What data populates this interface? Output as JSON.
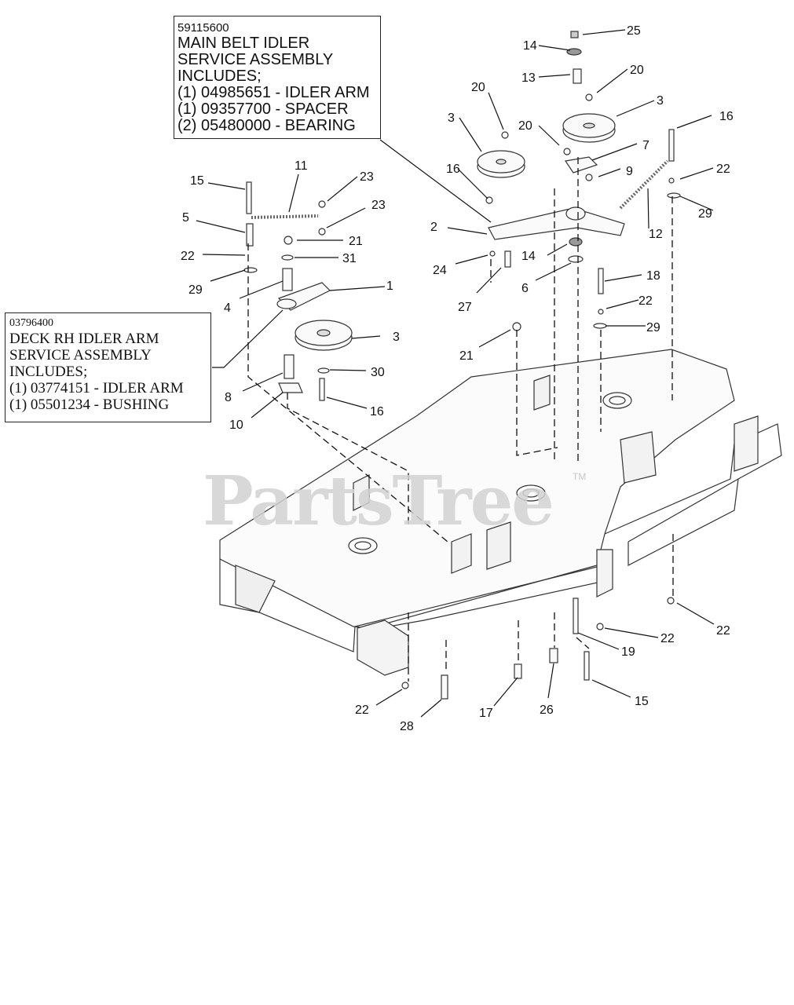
{
  "main_belt_idler_box": {
    "lines": [
      "59115600",
      "MAIN BELT IDLER",
      "SERVICE ASSEMBLY",
      "INCLUDES;",
      "(1) 04985651 - IDLER ARM",
      "(1) 09357700 - SPACER",
      "(2) 05480000 - BEARING"
    ]
  },
  "deck_rh_idler_box": {
    "lines": [
      "03796400",
      "DECK RH IDLER ARM",
      "SERVICE ASSEMBLY",
      "INCLUDES;",
      "(1) 03774151 - IDLER ARM",
      "(1) 05501234 - BUSHING"
    ]
  },
  "watermark": {
    "text": "PartsTree",
    "tm": "TM"
  },
  "callouts": [
    {
      "label": "25"
    },
    {
      "label": "14"
    },
    {
      "label": "13"
    },
    {
      "label": "20"
    },
    {
      "label": "20"
    },
    {
      "label": "3"
    },
    {
      "label": "3"
    },
    {
      "label": "20"
    },
    {
      "label": "16"
    },
    {
      "label": "7"
    },
    {
      "label": "9"
    },
    {
      "label": "16"
    },
    {
      "label": "22"
    },
    {
      "label": "29"
    },
    {
      "label": "12"
    },
    {
      "label": "2"
    },
    {
      "label": "14"
    },
    {
      "label": "24"
    },
    {
      "label": "6"
    },
    {
      "label": "27"
    },
    {
      "label": "18"
    },
    {
      "label": "22"
    },
    {
      "label": "29"
    },
    {
      "label": "21"
    },
    {
      "label": "15"
    },
    {
      "label": "11"
    },
    {
      "label": "23"
    },
    {
      "label": "23"
    },
    {
      "label": "5"
    },
    {
      "label": "21"
    },
    {
      "label": "22"
    },
    {
      "label": "31"
    },
    {
      "label": "29"
    },
    {
      "label": "4"
    },
    {
      "label": "1"
    },
    {
      "label": "3"
    },
    {
      "label": "30"
    },
    {
      "label": "8"
    },
    {
      "label": "16"
    },
    {
      "label": "10"
    },
    {
      "label": "22"
    },
    {
      "label": "22"
    },
    {
      "label": "19"
    },
    {
      "label": "15"
    },
    {
      "label": "26"
    },
    {
      "label": "17"
    },
    {
      "label": "28"
    },
    {
      "label": "22"
    }
  ]
}
